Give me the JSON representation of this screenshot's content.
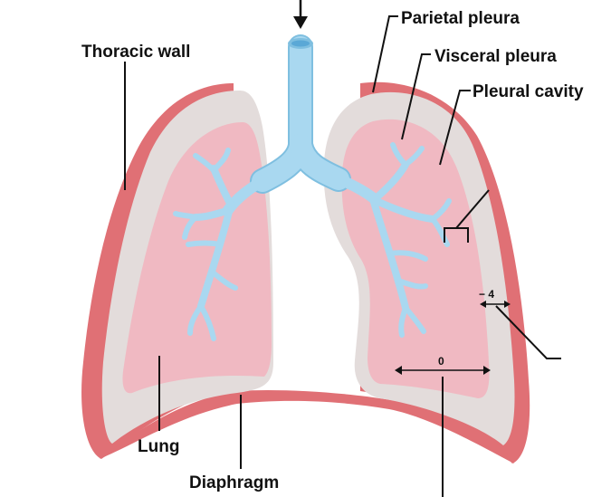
{
  "labels": {
    "thoracic_wall": "Thoracic wall",
    "parietal_pleura": "Parietal pleura",
    "visceral_pleura": "Visceral pleura",
    "pleural_cavity": "Pleural cavity",
    "lung": "Lung",
    "diaphragm": "Diaphragm"
  },
  "pressure_values": {
    "intrapleural": "− 4",
    "alveolar": "0"
  },
  "colors": {
    "thoracic_wall": "#e07075",
    "pleura": "#e3dcdb",
    "lung": "#f0b9c2",
    "airway": "#a9d8f0",
    "airway_outline": "#7fbfe0",
    "line": "#111111"
  }
}
